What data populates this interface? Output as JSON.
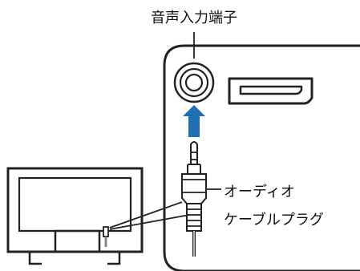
{
  "diagram": {
    "labels": {
      "audio_input_jack": "音声入力端子",
      "cable_plug_line1": "オーディオ",
      "cable_plug_line2": "ケーブルプラグ"
    },
    "colors": {
      "line": "#222222",
      "arrow": "#1f6fb2",
      "panel_fill": "#ffffff",
      "panel_stroke": "#222222"
    },
    "icons": {
      "audio_jack": "audio-input-jack-icon",
      "displayport": "displayport-icon",
      "arrow_up": "up-arrow-icon",
      "monitor": "monitor-icon",
      "plug": "audio-plug-icon"
    }
  }
}
